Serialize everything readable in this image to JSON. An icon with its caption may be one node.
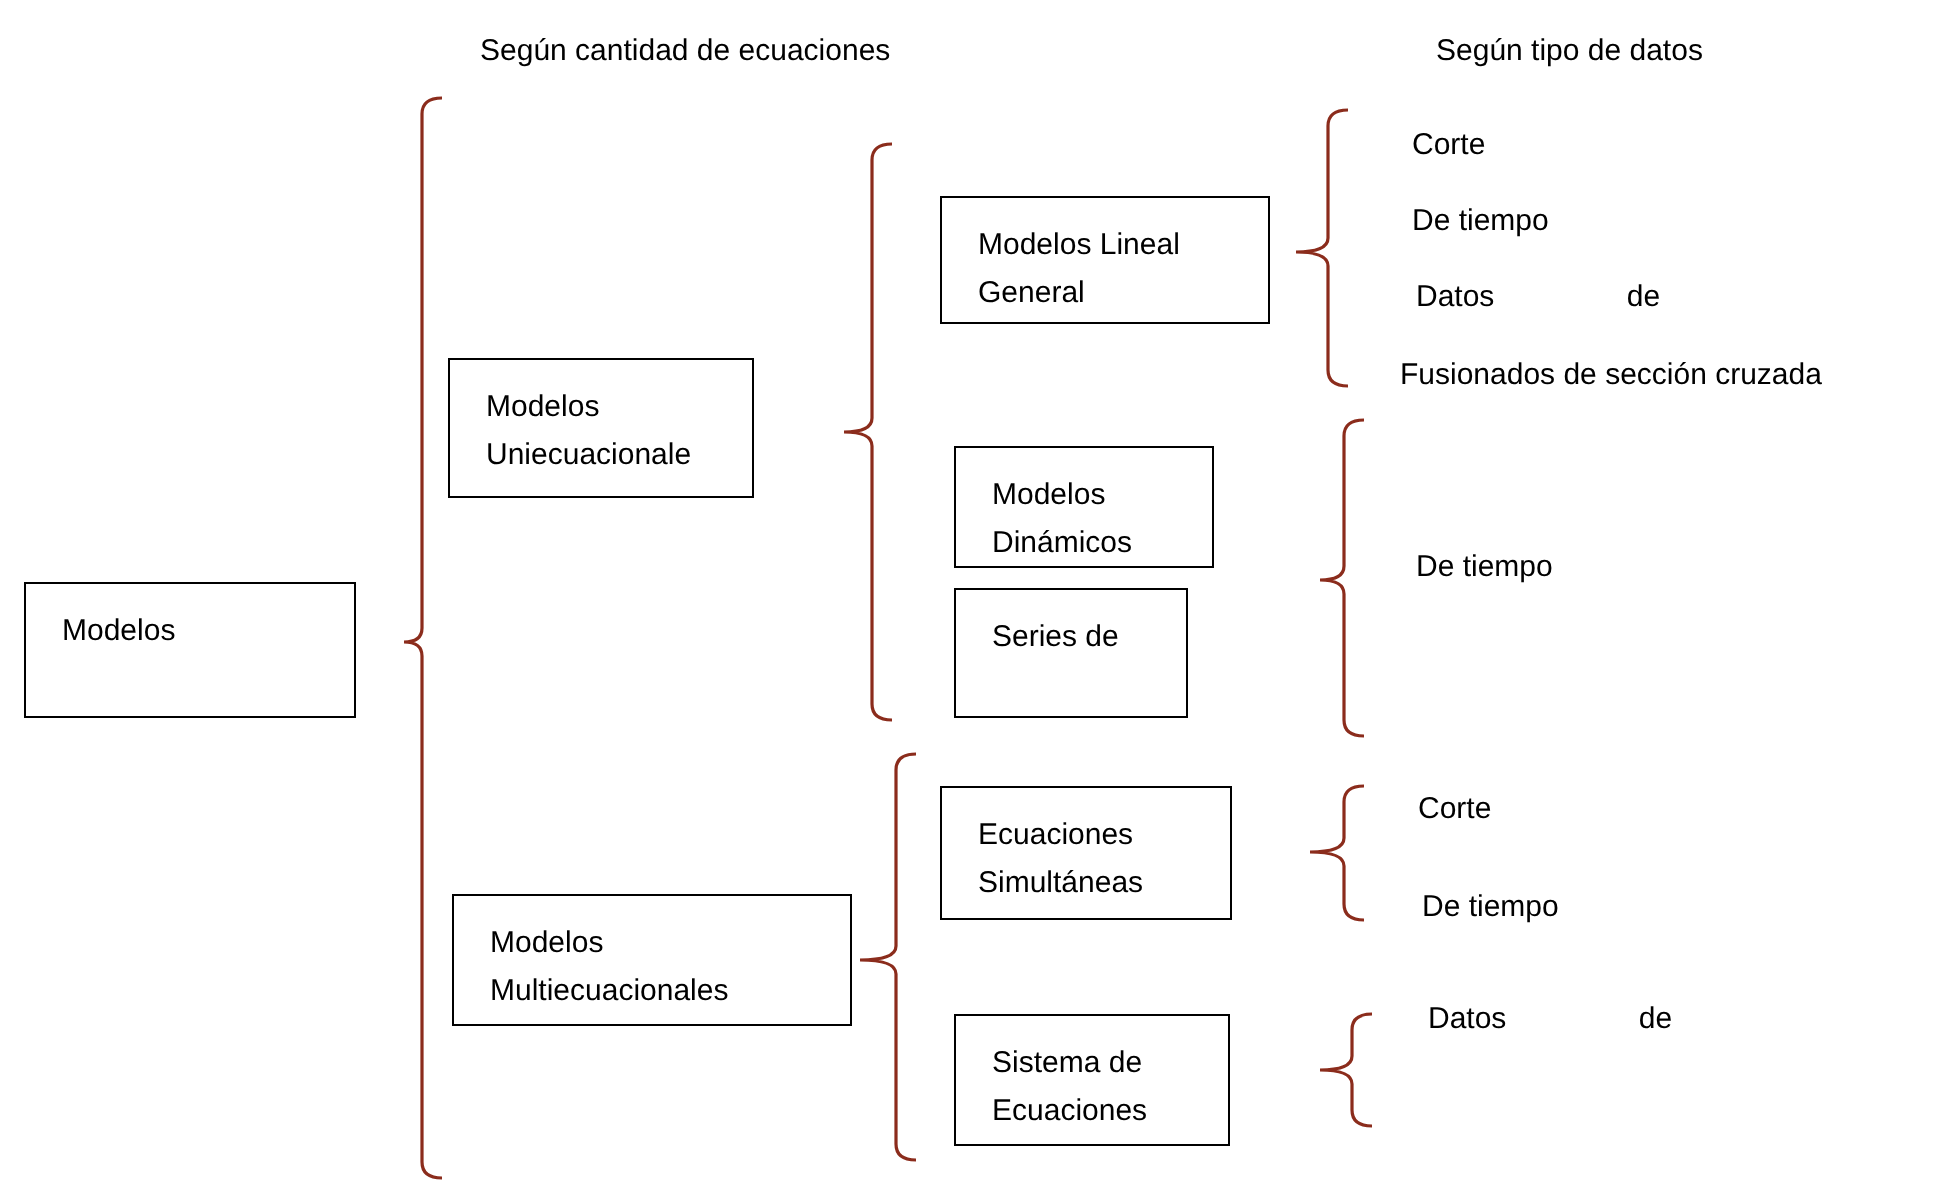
{
  "diagram": {
    "nodes": [
      {
        "text": [
          "Modelos"
        ]
      },
      {
        "text": [
          "Modelos Uniecuacionale"
        ]
      },
      {
        "text": [
          "Modelos Lineal General"
        ]
      },
      {
        "text": [
          "Modelos Dinámicos"
        ]
      },
      {
        "text": [
          "Series de"
        ]
      },
      {
        "text": [
          "Ecuaciones Simultáneas"
        ]
      },
      {
        "text": [
          "Modelos Multiecuacionales"
        ]
      },
      {
        "text": [
          "Sistema de Ecuaciones"
        ]
      }
    ],
    "edges": [],
    "labels": [
      "Según cantidad de ecuaciones",
      "Según tipo de datos",
      "Corte",
      "De tiempo",
      "Datos de",
      "Fusionados de sección cruzada",
      "De tiempo",
      "Corte",
      "De tiempo",
      "Datos de"
    ]
  }
}
